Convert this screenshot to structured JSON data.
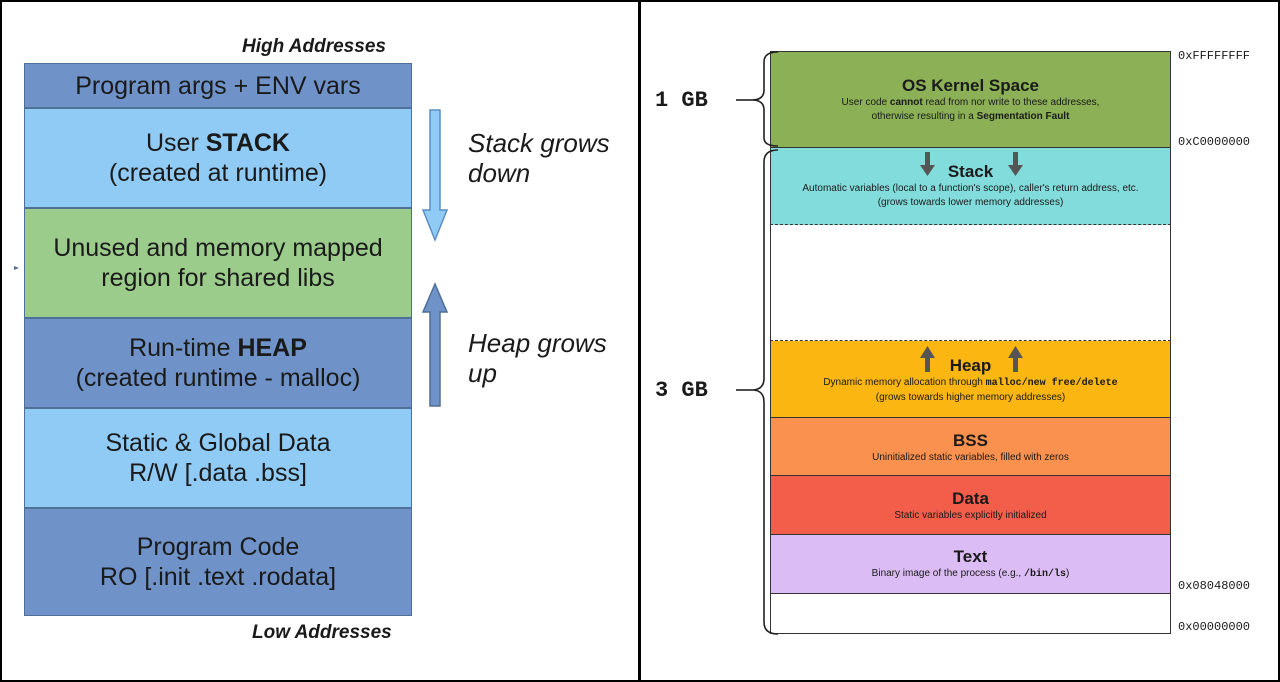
{
  "left": {
    "high_label": "High Addresses",
    "low_label": "Low Addresses",
    "segments": [
      {
        "line1": "Program args + ENV vars"
      },
      {
        "pre": "User ",
        "bold": "STACK",
        "line2": "(created at runtime)"
      },
      {
        "line1": "Unused and memory mapped",
        "line2": "region for shared libs"
      },
      {
        "pre": "Run-time ",
        "bold": "HEAP",
        "line2": "(created runtime - malloc)"
      },
      {
        "line1": "Static & Global Data",
        "line2": "R/W [.data .bss]"
      },
      {
        "line1": "Program Code",
        "line2": "RO [.init .text .rodata]"
      }
    ],
    "stack_grows": {
      "line1": "Stack grows",
      "line2": "down"
    },
    "heap_grows": {
      "line1": "Heap grows",
      "line2": "up"
    }
  },
  "right": {
    "gb_top": "1 GB",
    "gb_bottom": "3 GB",
    "addresses": [
      "0xFFFFFFFF",
      "0xC0000000",
      "0x08048000",
      "0x00000000"
    ],
    "kernel": {
      "title": "OS Kernel Space",
      "desc1": "User code ",
      "desc1_bold": "cannot",
      "desc1_end": " read from nor write to these addresses,",
      "desc2": "otherwise resulting in a ",
      "desc2_bold": "Segmentation Fault"
    },
    "stack": {
      "title": "Stack",
      "desc1": "Automatic variables (local to a function's scope), caller's return address, etc.",
      "desc2": "(grows towards lower memory addresses)"
    },
    "heap": {
      "title": "Heap",
      "desc1": "Dynamic memory allocation through ",
      "desc1_mono": "malloc/new free/delete",
      "desc2": "(grows towards higher memory addresses)"
    },
    "bss": {
      "title": "BSS",
      "desc": "Uninitialized static variables, filled with zeros"
    },
    "data": {
      "title": "Data",
      "desc": "Static variables explicitly initialized"
    },
    "text": {
      "title": "Text",
      "desc": "Binary image of the process (e.g., ",
      "desc_mono": "/bin/ls",
      "desc_end": ")"
    }
  },
  "colors": {
    "kernel": "#8cb055",
    "stack": "#82dcdc",
    "heap": "#fbb612",
    "bss": "#fb914e",
    "data": "#f35e4b",
    "text": "#dcbcf5"
  }
}
